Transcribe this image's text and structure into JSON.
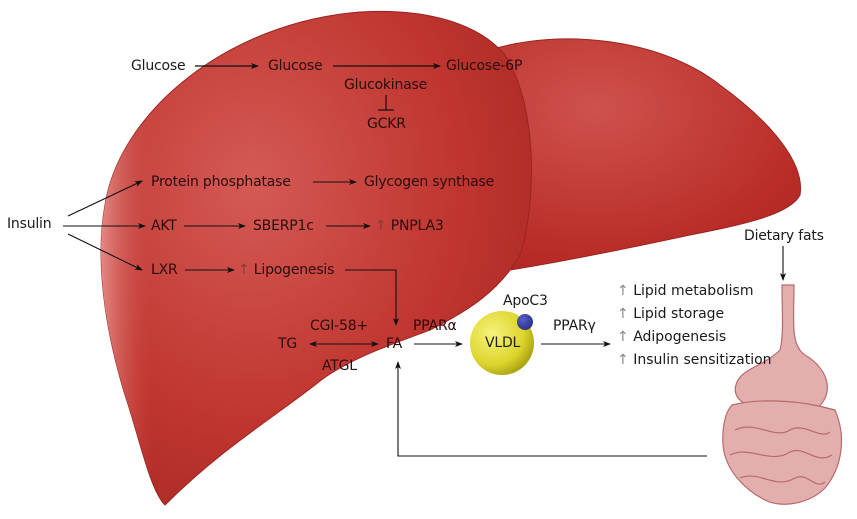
{
  "title": "Hepatic glucose and lipid metabolism pathways",
  "glucose": {
    "extra": "Glucose",
    "intra": "Glucose",
    "product": "Glucose-6P",
    "enzyme": "Glucokinase",
    "inhibitor": "GCKR"
  },
  "insulin": {
    "source": "Insulin",
    "branch1": {
      "first": "Protein phosphatase",
      "second": "Glycogen synthase"
    },
    "branch2": {
      "first": "AKT",
      "second": "SBERP1c",
      "third": "PNPLA3"
    },
    "branch3": {
      "first": "LXR",
      "second": "Lipogenesis"
    }
  },
  "up_arrow": "↑",
  "lipid": {
    "tg": "TG",
    "fa": "FA",
    "upper_enzyme": "CGI-58+",
    "lower_enzyme": "ATGL",
    "ppar_alpha": "PPARα",
    "vldl": "VLDL",
    "apoc3": "ApoC3",
    "ppar_gamma": "PPARγ"
  },
  "effects": [
    "Lipid metabolism",
    "Lipid storage",
    "Adipogenesis",
    "Insulin sensitization"
  ],
  "dietary": "Dietary fats",
  "colors": {
    "liver": "#b8302c",
    "liver_highlight": "#d96a66",
    "vldl": "#e8e23a",
    "apoc3": "#3a3fa0",
    "gut": "#e3aeae",
    "gut_outline": "#b86a6a"
  }
}
